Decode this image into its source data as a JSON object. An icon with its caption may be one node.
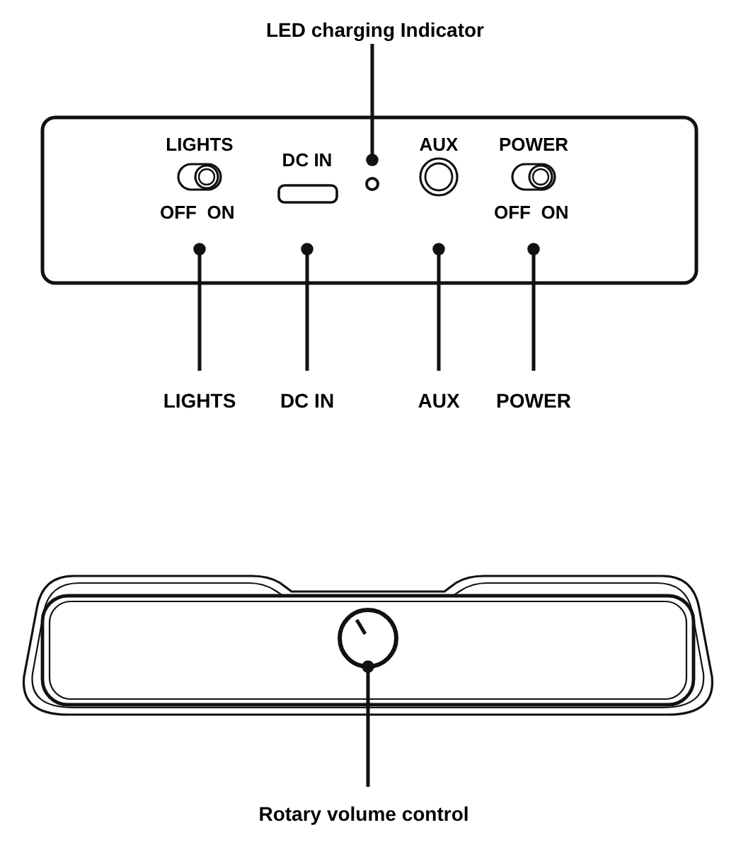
{
  "diagram": {
    "nodes": [
      {
        "text": [
          "LED charging Indicator"
        ]
      },
      {
        "text": [
          "LIGHTS"
        ]
      },
      {
        "text": [
          "DC IN"
        ]
      },
      {
        "text": [
          "AUX"
        ]
      },
      {
        "text": [
          "POWER"
        ]
      },
      {
        "text": [
          "Rotary volume control"
        ]
      },
      {
        "text": [],
        "shape": "circle"
      }
    ],
    "edges": [
      {
        "from": 0,
        "to": null,
        "arrow": "other"
      },
      {
        "from": 1,
        "to": null,
        "arrow": "other"
      },
      {
        "from": 2,
        "to": null,
        "arrow": "other"
      },
      {
        "from": 3,
        "to": null,
        "arrow": "other"
      },
      {
        "from": 4,
        "to": null,
        "arrow": "other"
      },
      {
        "from": 5,
        "to": 6,
        "arrow": "other"
      }
    ],
    "labels": [
      "LIGHTS",
      "DC IN",
      "AUX",
      "POWER",
      "OFF",
      "ON",
      "OFF",
      "ON"
    ]
  }
}
